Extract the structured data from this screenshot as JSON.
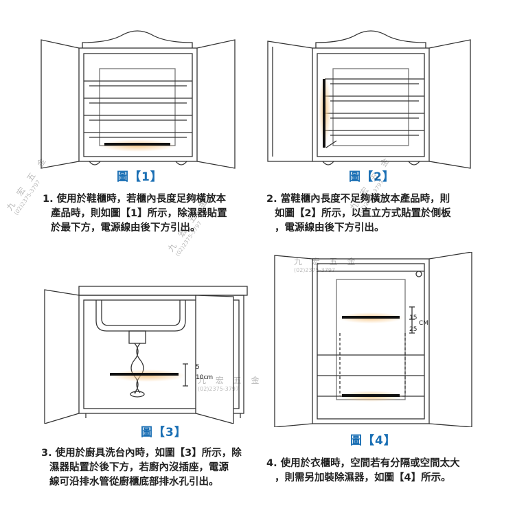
{
  "figures": [
    {
      "label": "圖【1】",
      "caption": [
        "1. 使用於鞋櫃時，若櫃內長度足夠橫放本",
        "產品時，則如圖【1】所示，除濕器貼置",
        "於最下方，電源線由後下方引出。"
      ]
    },
    {
      "label": "圖【2】",
      "caption": [
        "2. 當鞋櫃內長度不足夠橫放本產品時，則",
        "如圖【2】所示，以直立方式貼置於側板",
        "，電源線由後下方引出。"
      ]
    },
    {
      "label": "圖【3】",
      "caption": [
        "3. 使用於廚具洗台內時，如圖【3】所示，除",
        "濕器貼置於後下方，若廚內沒插座，電源",
        "線可沿排水管從廚櫃底部排水孔引出。"
      ]
    },
    {
      "label": "圖【4】",
      "caption": [
        "4. 使用於衣櫃時，空間若有分隔或空間太大",
        "，則需另加裝除濕器，如圖【4】所示。"
      ]
    }
  ],
  "measurements": {
    "fig3_top": "5",
    "fig3_bottom": "10cm",
    "fig4_top": "15",
    "fig4_unit": "CM",
    "fig4_bottom": "25"
  },
  "watermark": {
    "name": "九 宏 五 金",
    "phone": "(02)2375-3797"
  },
  "colors": {
    "label_blue": "#1a6fb4",
    "glow": "#f7c98a",
    "line": "#333333"
  }
}
